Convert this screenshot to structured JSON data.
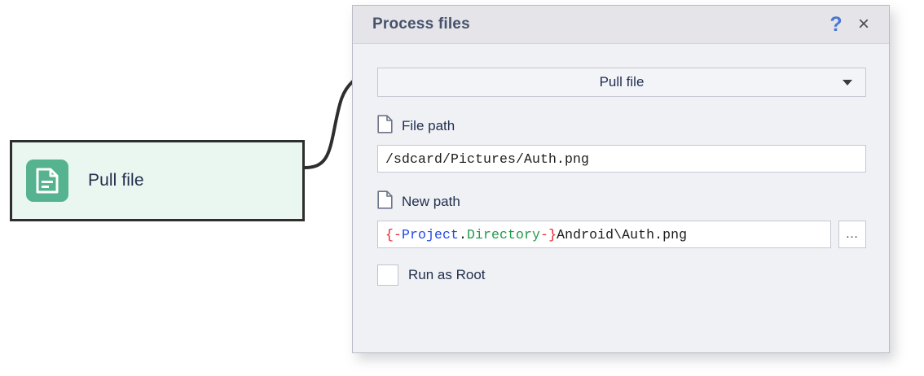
{
  "canvas": {
    "node": {
      "label": "Pull file",
      "icon": "document-icon",
      "icon_bg": "#56b38f",
      "fill": "#eaf6f0",
      "border": "#2e2e2e"
    },
    "connector": "s-curve-connector"
  },
  "dialog": {
    "title": "Process files",
    "help_label": "?",
    "close_label": "×",
    "help_color": "#4a78d0",
    "action_combo": {
      "value": "Pull file",
      "arrow_icon": "chevron-down-icon"
    },
    "fields": [
      {
        "icon": "file-icon",
        "label": "File path",
        "value": "/sdcard/Pictures/Auth.png",
        "has_browse": false
      },
      {
        "icon": "file-icon",
        "label": "New path",
        "value": "{-Project.Directory-}Android\\Auth.png",
        "has_browse": true,
        "browse_label": "…",
        "tokens": [
          {
            "text": "{-",
            "type": "brace"
          },
          {
            "text": "Project",
            "type": "var"
          },
          {
            "text": ".",
            "type": "dot"
          },
          {
            "text": "Directory",
            "type": "prop"
          },
          {
            "text": "-}",
            "type": "brace"
          },
          {
            "text": "Android\\Auth.png",
            "type": "plain"
          }
        ]
      }
    ],
    "checkbox": {
      "label": "Run as Root",
      "checked": false
    }
  }
}
